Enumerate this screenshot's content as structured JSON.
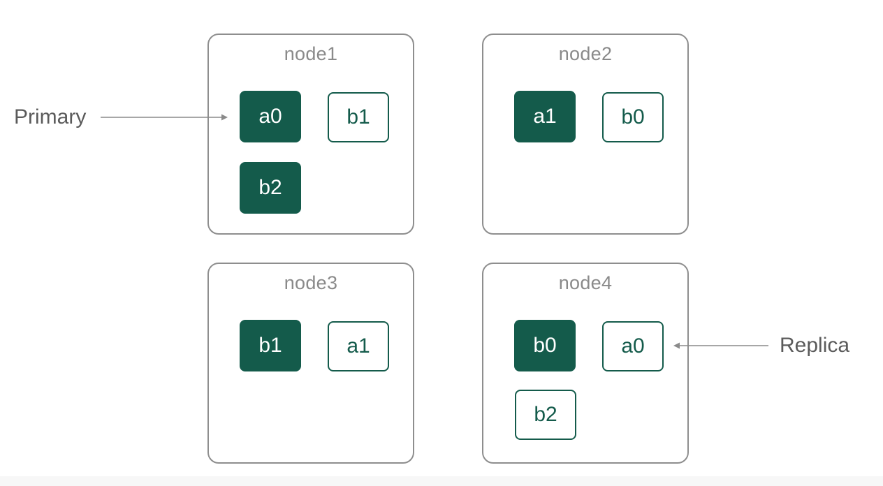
{
  "colors": {
    "primary_fill": "#145b4b",
    "replica_border": "#145b4b",
    "node_border": "#8e8e8e",
    "node_title": "#8a8a8a",
    "label_text": "#5b5b5b",
    "arrow": "#8a8a8a"
  },
  "labels": {
    "primary": "Primary",
    "replica": "Replica"
  },
  "nodes": [
    {
      "title": "node1",
      "shards": [
        {
          "label": "a0",
          "kind": "primary"
        },
        {
          "label": "b1",
          "kind": "replica"
        },
        {
          "label": "b2",
          "kind": "primary"
        }
      ]
    },
    {
      "title": "node2",
      "shards": [
        {
          "label": "a1",
          "kind": "primary"
        },
        {
          "label": "b0",
          "kind": "replica"
        }
      ]
    },
    {
      "title": "node3",
      "shards": [
        {
          "label": "b1",
          "kind": "primary"
        },
        {
          "label": "a1",
          "kind": "replica"
        }
      ]
    },
    {
      "title": "node4",
      "shards": [
        {
          "label": "b0",
          "kind": "primary"
        },
        {
          "label": "a0",
          "kind": "replica"
        },
        {
          "label": "b2",
          "kind": "replica"
        }
      ]
    }
  ]
}
